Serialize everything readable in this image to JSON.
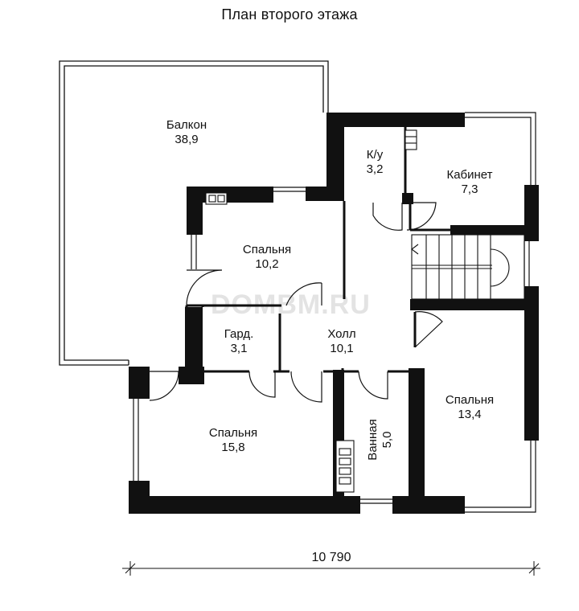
{
  "title": "План второго этажа",
  "watermark": "DOMBM.RU",
  "rooms": {
    "balcony": {
      "name": "Балкон",
      "area": "38,9"
    },
    "wc": {
      "name": "К/у",
      "area": "3,2"
    },
    "office": {
      "name": "Кабинет",
      "area": "7,3"
    },
    "bedroom1": {
      "name": "Спальня",
      "area": "10,2"
    },
    "wardrobe": {
      "name": "Гард.",
      "area": "3,1"
    },
    "hall": {
      "name": "Холл",
      "area": "10,1"
    },
    "bedroom2": {
      "name": "Спальня",
      "area": "15,8"
    },
    "bathroom": {
      "name": "Ванная",
      "area": "5,0"
    },
    "bedroom3": {
      "name": "Спальня",
      "area": "13,4"
    }
  },
  "dimension": {
    "width_label": "10 790"
  }
}
